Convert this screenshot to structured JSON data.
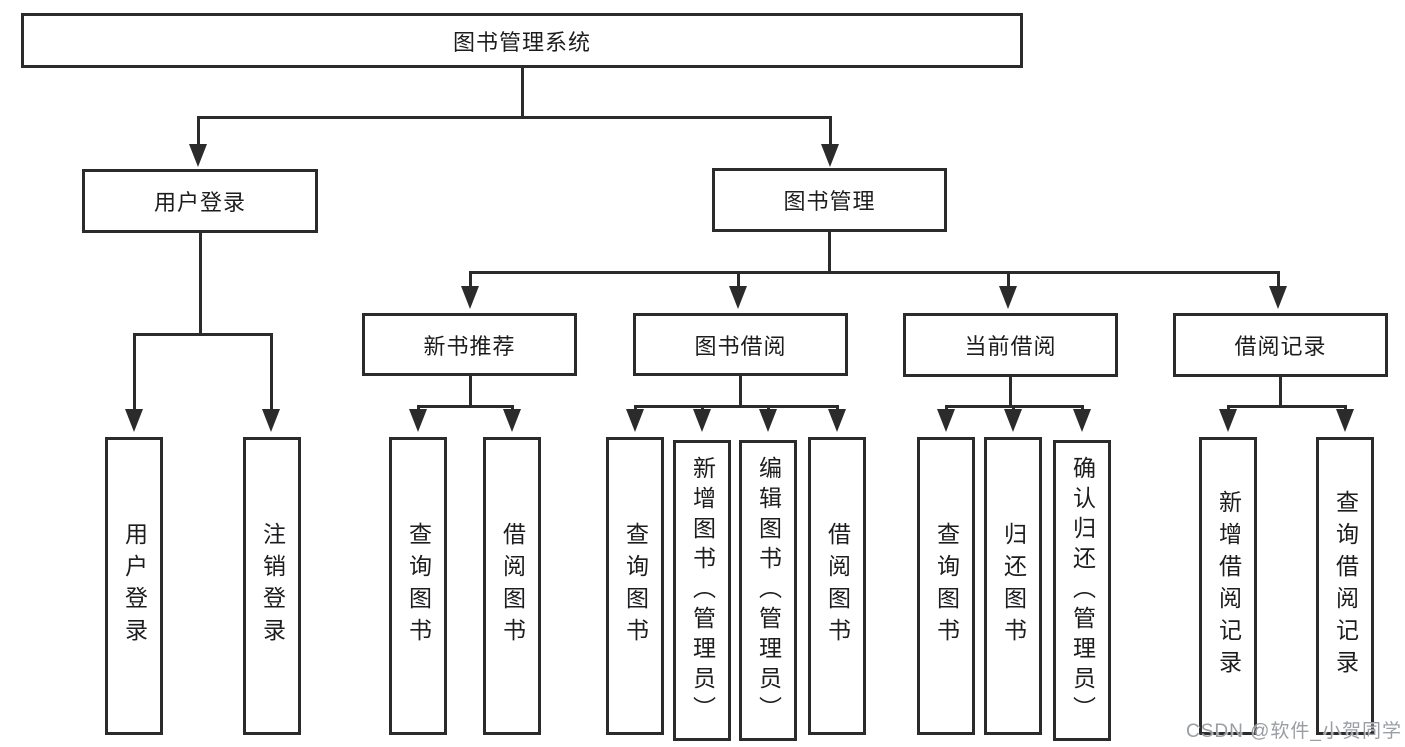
{
  "diagram_type": "hierarchy-tree",
  "tree": {
    "root": "图书管理系统",
    "branches": [
      {
        "label": "用户登录",
        "children": [
          "用户登录",
          "注销登录"
        ]
      },
      {
        "label": "图书管理",
        "sections": [
          {
            "label": "新书推荐",
            "children": [
              "查询图书",
              "借阅图书"
            ]
          },
          {
            "label": "图书借阅",
            "children": [
              "查询图书",
              "新增图书（管理员）",
              "编辑图书（管理员）",
              "借阅图书"
            ]
          },
          {
            "label": "当前借阅",
            "children": [
              "查询图书",
              "归还图书",
              "确认归还（管理员）"
            ]
          },
          {
            "label": "借阅记录",
            "children": [
              "新增借阅记录",
              "查询借阅记录"
            ]
          }
        ]
      }
    ]
  },
  "watermark": {
    "text": "CSDN @软件_小贺同学"
  },
  "colors": {
    "line": "#2b2b2b",
    "text": "#1d1d1f",
    "watermark": "#9a9ea4",
    "background": "#ffffff"
  }
}
